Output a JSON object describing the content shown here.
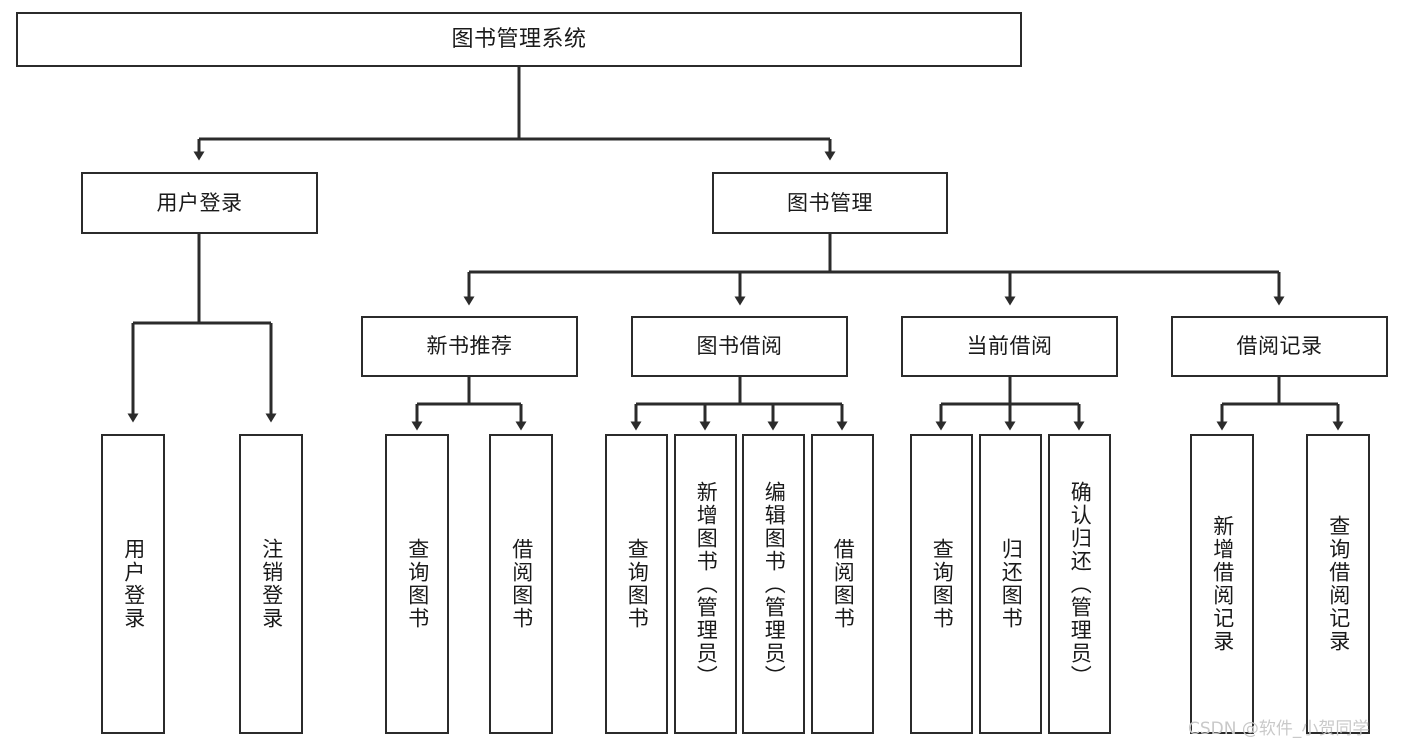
{
  "diagram": {
    "title": "图书管理系统",
    "type": "tree",
    "line_color": "#2b2b2b",
    "box_fill": "#ffffff",
    "text_color": "#1a1a1a"
  },
  "nodes": {
    "root": {
      "label": "图书管理系统"
    },
    "level2": [
      {
        "id": "user-login",
        "label": "用户登录"
      },
      {
        "id": "book-manage",
        "label": "图书管理"
      }
    ],
    "level3": [
      {
        "id": "new-book-recommend",
        "label": "新书推荐"
      },
      {
        "id": "book-borrow",
        "label": "图书借阅"
      },
      {
        "id": "current-borrow",
        "label": "当前借阅"
      },
      {
        "id": "borrow-record",
        "label": "借阅记录"
      }
    ],
    "leaves": {
      "user-login": [
        {
          "id": "leaf-user-login",
          "label": "用户登录"
        },
        {
          "id": "leaf-user-logout",
          "label": "注销登录"
        }
      ],
      "new-book-recommend": [
        {
          "id": "leaf-query-book-1",
          "label": "查询图书"
        },
        {
          "id": "leaf-borrow-book-1",
          "label": "借阅图书"
        }
      ],
      "book-borrow": [
        {
          "id": "leaf-query-book-2",
          "label": "查询图书"
        },
        {
          "id": "leaf-add-book",
          "label": "新增图书（管理员）"
        },
        {
          "id": "leaf-edit-book",
          "label": "编辑图书（管理员）"
        },
        {
          "id": "leaf-borrow-book-2",
          "label": "借阅图书"
        }
      ],
      "current-borrow": [
        {
          "id": "leaf-query-book-3",
          "label": "查询图书"
        },
        {
          "id": "leaf-return-book",
          "label": "归还图书"
        },
        {
          "id": "leaf-confirm-return",
          "label": "确认归还（管理员）"
        }
      ],
      "borrow-record": [
        {
          "id": "leaf-add-record",
          "label": "新增借阅记录"
        },
        {
          "id": "leaf-query-record",
          "label": "查询借阅记录"
        }
      ]
    }
  },
  "watermark": {
    "text": "CSDN @软件_小贺同学"
  }
}
